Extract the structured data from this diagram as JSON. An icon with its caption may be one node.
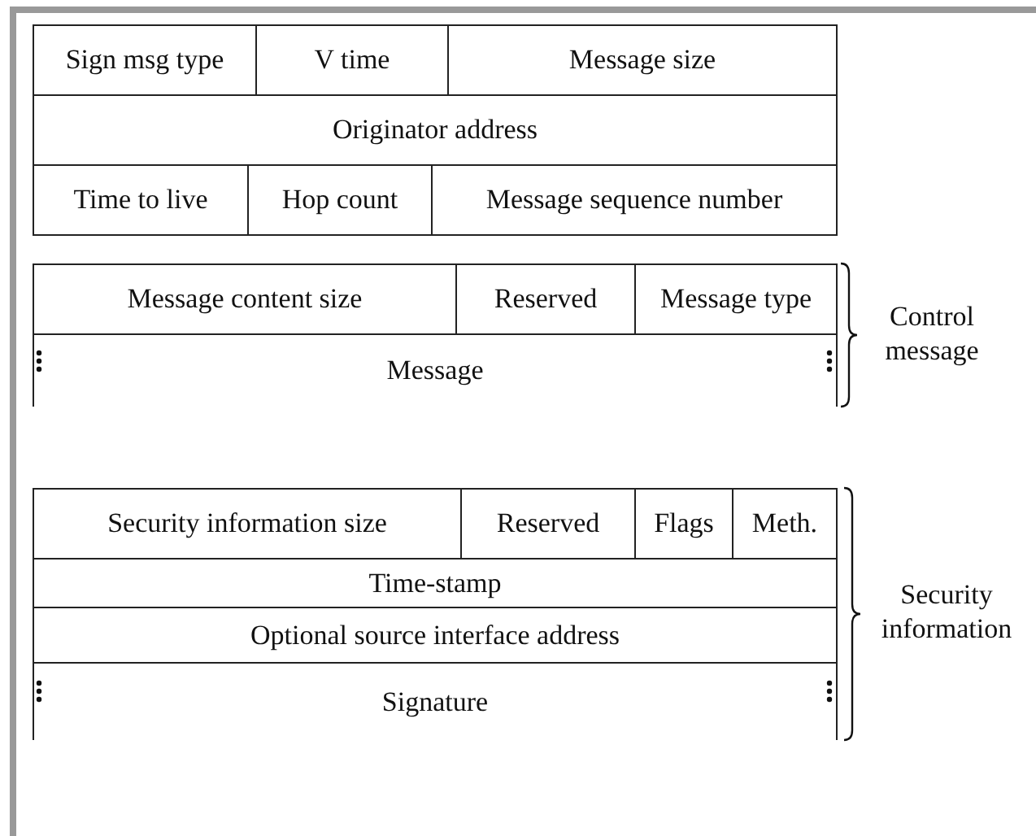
{
  "diagram": {
    "labels": [
      "Sign msg type",
      "V time",
      "Message size",
      "Originator address",
      "Time to live",
      "Hop count",
      "Message sequence number",
      "Message content size",
      "Reserved",
      "Message type",
      "Message",
      "Control message",
      "Security information size",
      "Reserved",
      "Flags",
      "Meth.",
      "Time-stamp",
      "Optional source interface address",
      "Signature",
      "Security information"
    ]
  }
}
